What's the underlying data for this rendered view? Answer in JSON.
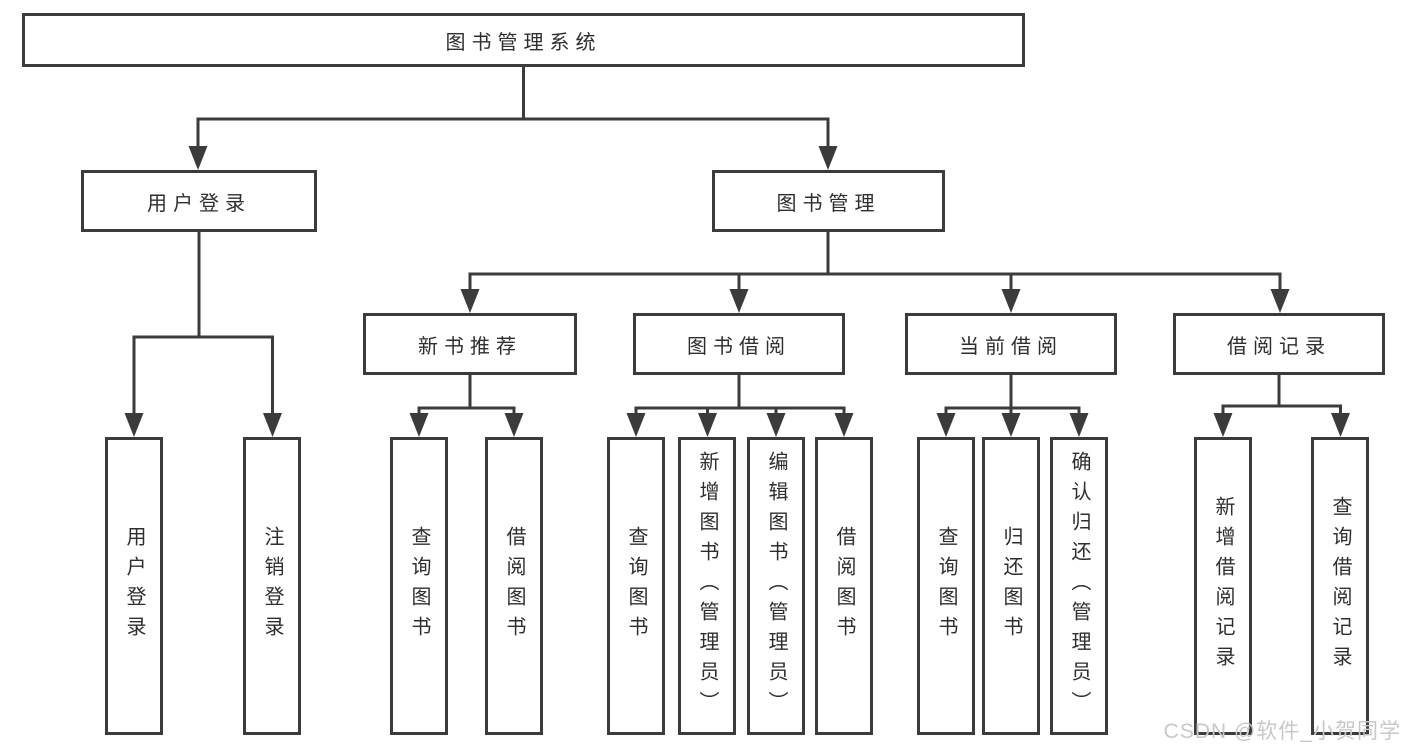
{
  "colors": {
    "line": "#3b3b3b",
    "text": "#2e2e2e",
    "background": "#ffffff",
    "watermark": "#c8c8c8"
  },
  "nodes": {
    "root": {
      "label": "图书管理系统"
    },
    "level2": [
      {
        "label": "用户登录"
      },
      {
        "label": "图书管理"
      }
    ],
    "level3": [
      {
        "label": "新书推荐"
      },
      {
        "label": "图书借阅"
      },
      {
        "label": "当前借阅"
      },
      {
        "label": "借阅记录"
      }
    ],
    "leaves": [
      {
        "label": "用户登录"
      },
      {
        "label": "注销登录"
      },
      {
        "label": "查询图书"
      },
      {
        "label": "借阅图书"
      },
      {
        "label": "查询图书"
      },
      {
        "label": "新增图书（管理员）"
      },
      {
        "label": "编辑图书（管理员）"
      },
      {
        "label": "借阅图书"
      },
      {
        "label": "查询图书"
      },
      {
        "label": "归还图书"
      },
      {
        "label": "确认归还（管理员）"
      },
      {
        "label": "新增借阅记录"
      },
      {
        "label": "查询借阅记录"
      }
    ]
  },
  "watermark": {
    "text": "CSDN @软件_小贺同学"
  }
}
